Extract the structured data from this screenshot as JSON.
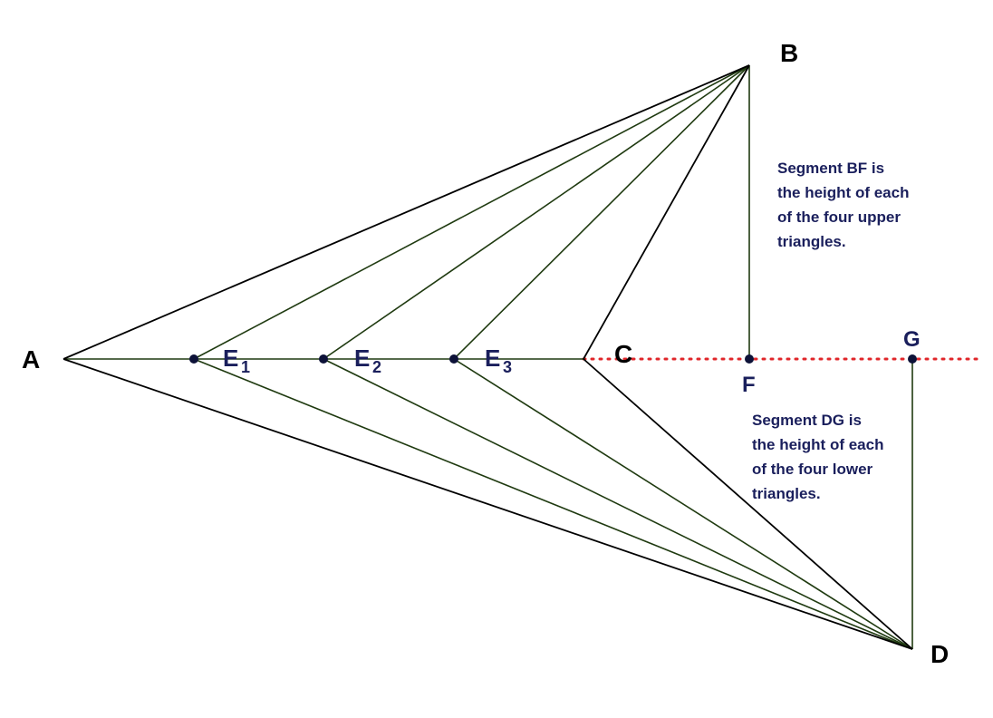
{
  "diagram": {
    "colors": {
      "black_line": "#000000",
      "green_line": "#1f3a10",
      "dotted_line": "#e0262a",
      "point": "#0d1238",
      "text": "#1a1f5c"
    },
    "labels": {
      "A": "A",
      "B": "B",
      "C": "C",
      "D": "D",
      "F": "F",
      "G": "G",
      "E": "E",
      "E1_sub": "1",
      "E2_sub": "2",
      "E3_sub": "3"
    },
    "note_upper": [
      "Segment BF is",
      "the height of each",
      "of the four upper",
      "triangles."
    ],
    "note_lower": [
      "Segment DG is",
      "the height of each",
      "of the four lower",
      "triangles."
    ]
  }
}
